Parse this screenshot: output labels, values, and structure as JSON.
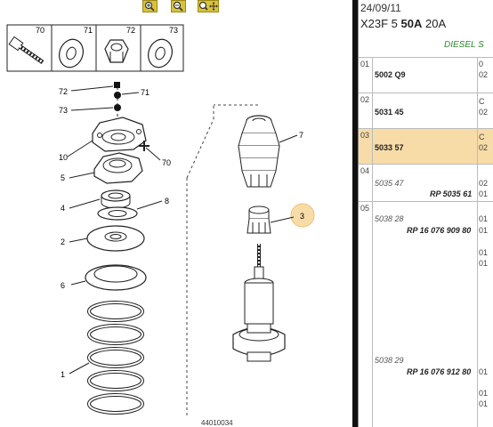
{
  "toolbar": {
    "zoom_in": "zoom-in-icon",
    "zoom_out": "zoom-out-icon",
    "zoom_fit": "zoom-fit-icon"
  },
  "legend": {
    "items": [
      {
        "num": "70"
      },
      {
        "num": "71"
      },
      {
        "num": "72"
      },
      {
        "num": "73"
      }
    ]
  },
  "callouts": {
    "c72": "72",
    "c71": "71",
    "c73": "73",
    "c10": "10",
    "c70": "70",
    "c5": "5",
    "c4": "4",
    "c8": "8",
    "c2": "2",
    "c6": "6",
    "c1": "1",
    "c7": "7",
    "c3": "3"
  },
  "footer_code": "44010034",
  "header": {
    "date": "24/09/11",
    "model_prefix": "X23F 5 ",
    "model_bold": "50A",
    "model_suffix": " 20A",
    "engine": "DIESEL S"
  },
  "rows": [
    {
      "index": "01",
      "ref": "5002 Q9",
      "col2a": "02",
      "col2b": "0"
    },
    {
      "index": "02",
      "ref": "5031 45",
      "col2a": "02",
      "col2b": "C"
    },
    {
      "index": "03",
      "ref": "5033 57",
      "col2a": "02",
      "col2b": "C"
    },
    {
      "index": "04",
      "ref": "5035 47",
      "rp": "RP 5035 61",
      "col2a": "02",
      "col2b": "01"
    },
    {
      "index": "05",
      "ref_a": "5038 28",
      "rp_a": "RP 16 076 909 80",
      "ref_b": "5038 29",
      "rp_b": "RP 16 076 912 80",
      "subs_a": [
        "01",
        "01",
        "01",
        "01"
      ],
      "subs_b": [
        "01",
        "01",
        "01"
      ]
    }
  ]
}
